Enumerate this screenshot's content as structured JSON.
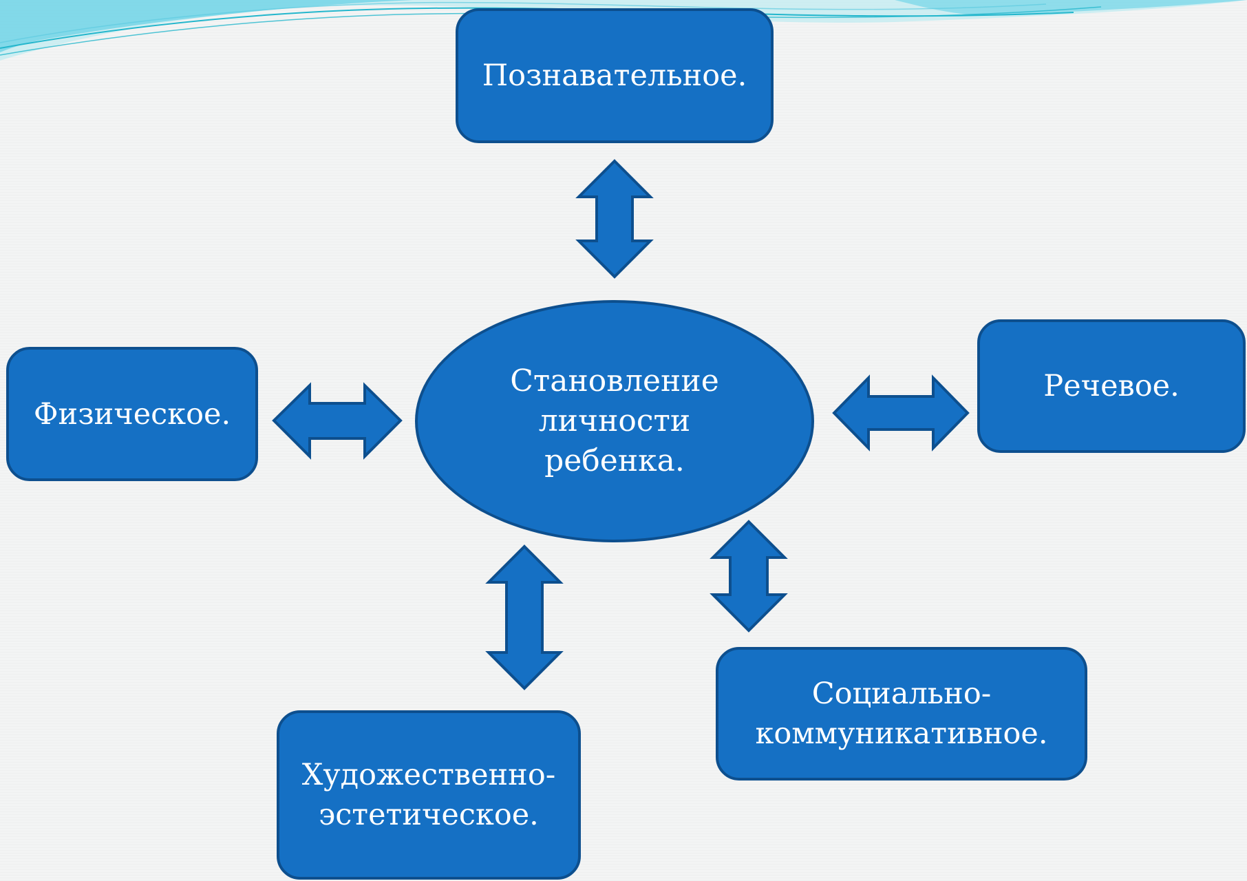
{
  "colors": {
    "fill": "#1570c4",
    "stroke": "#0d4f8e",
    "text": "#ffffff",
    "background": "#f3f4f4",
    "decor": "#7ad7e8"
  },
  "center": {
    "lines": [
      "Становление",
      "личности",
      "ребенка."
    ]
  },
  "nodes": {
    "cognitive": {
      "lines": [
        "Познавательное."
      ]
    },
    "physical": {
      "lines": [
        "Физическое."
      ]
    },
    "speech": {
      "lines": [
        "Речевое."
      ]
    },
    "social": {
      "lines": [
        "Социально-",
        "коммуникативное."
      ]
    },
    "artistic": {
      "lines": [
        "Художественно-",
        "эстетическое."
      ]
    }
  },
  "edges": [
    {
      "from": "center",
      "to": "cognitive",
      "type": "double-arrow"
    },
    {
      "from": "center",
      "to": "physical",
      "type": "double-arrow"
    },
    {
      "from": "center",
      "to": "speech",
      "type": "double-arrow"
    },
    {
      "from": "center",
      "to": "social",
      "type": "double-arrow"
    },
    {
      "from": "center",
      "to": "artistic",
      "type": "double-arrow"
    }
  ]
}
